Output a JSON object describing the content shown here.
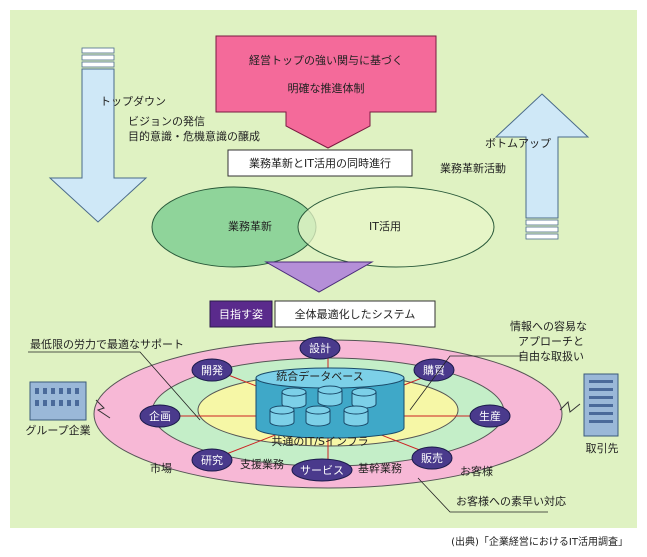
{
  "top_box": {
    "line1": "経営トップの強い関与に基づく",
    "line2": "明確な推進体制"
  },
  "top_down": {
    "label": "トップダウン",
    "sub1": "ビジョンの発信",
    "sub2": "目的意識・危機意識の醸成"
  },
  "bottom_up": {
    "label": "ボトムアップ",
    "sub": "業務革新活動"
  },
  "simultaneous": "業務革新とIT活用の同時進行",
  "venn": {
    "left": "業務革新",
    "right": "IT活用"
  },
  "goal": {
    "tag": "目指す姿",
    "text": "全体最適化したシステム"
  },
  "annotations": {
    "support": "最低限の労力で最適なサポート",
    "info1": "情報への容易な",
    "info2": "アプローチと",
    "info3": "自由な取扱い",
    "fast": "お客様への素早い対応"
  },
  "db_label": "統合データベース",
  "infra_label": "共通のIT/Sインフラ",
  "nodes": {
    "design": "設計",
    "dev": "開発",
    "purchase": "購買",
    "plan": "企画",
    "production": "生産",
    "research": "研究",
    "sales": "販売",
    "service": "サービス"
  },
  "rings": {
    "support": "支援業務",
    "core": "基幹業務",
    "market": "市場",
    "customer": "お客様"
  },
  "external": {
    "group": "グループ企業",
    "partner": "取引先"
  },
  "source": "(出典)「企業経営におけるIT活用調査」",
  "colors": {
    "background": "#dff2c2",
    "top_box": "#f46a9a",
    "arrow_blue": "#cfe8f7",
    "venn_left": "#8fd49a",
    "venn_right": "#e8f5c8",
    "triangle": "#b58fd8",
    "goal_tag": "#5a2a8c",
    "outer_ring": "#f7b8d6",
    "mid_ring": "#c4eec8",
    "inner_ring": "#f6f7a6",
    "node": "#4a3a8c",
    "db": "#3fa8c8"
  }
}
